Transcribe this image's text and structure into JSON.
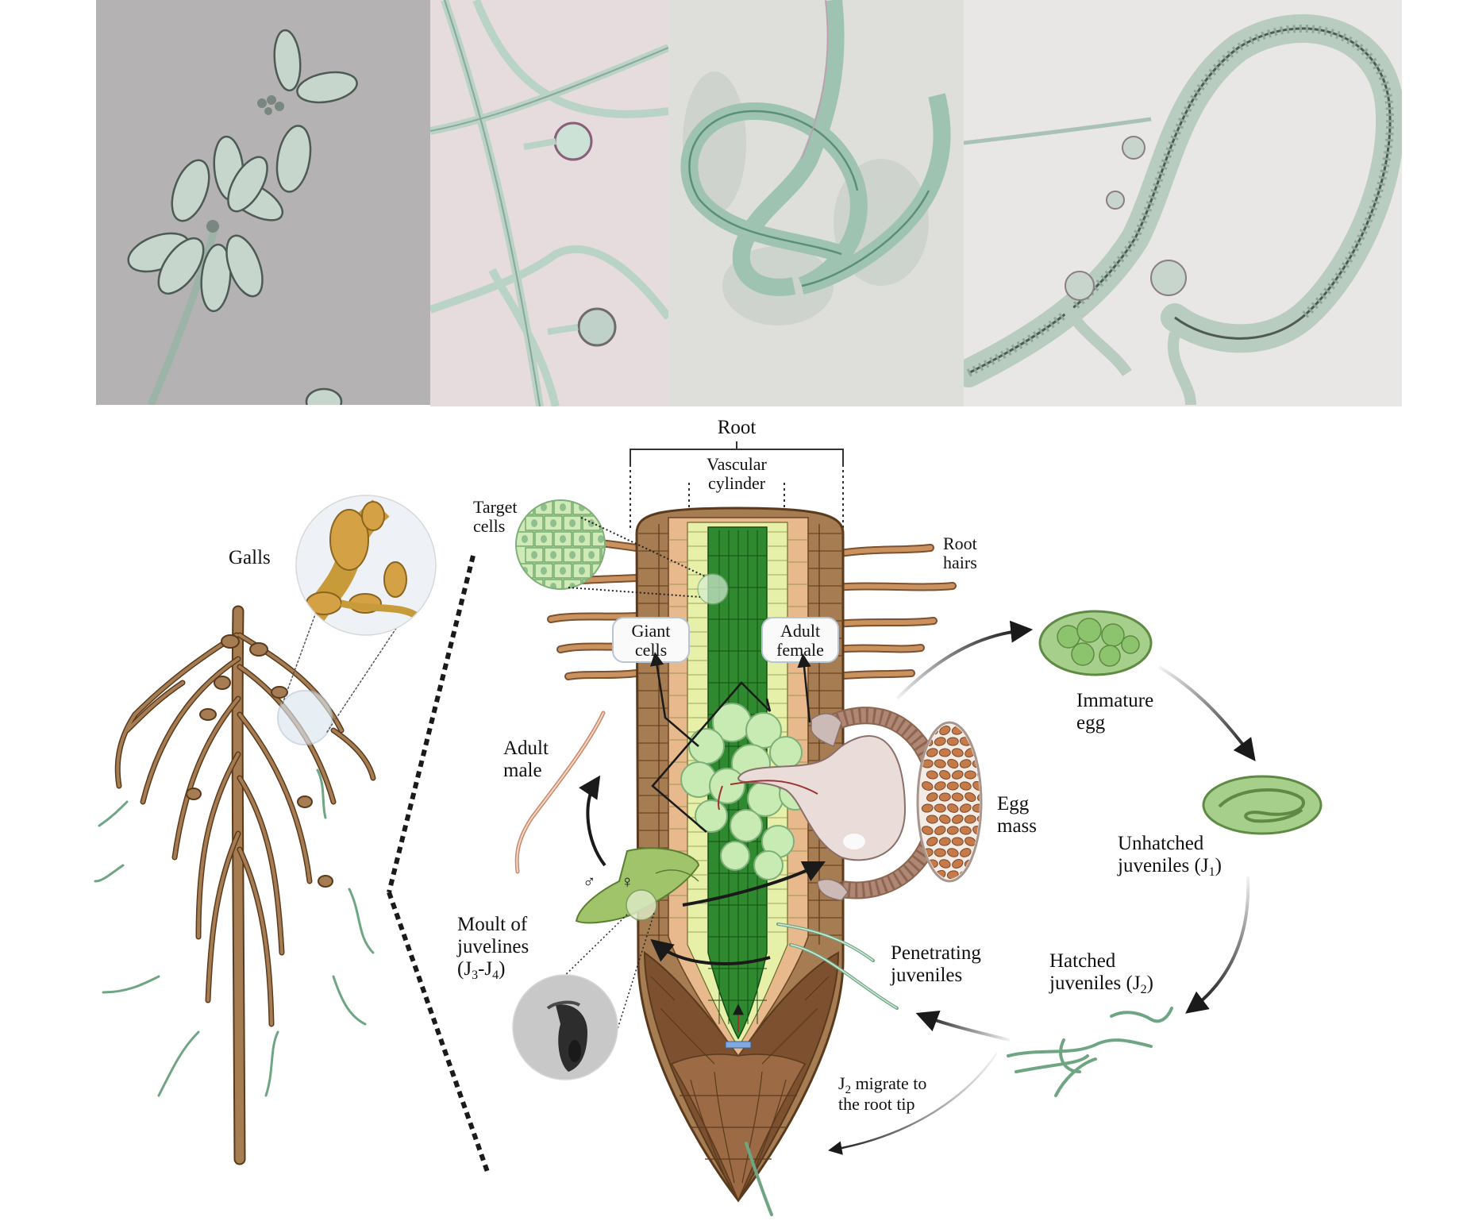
{
  "labels": {
    "root": "Root",
    "vascular": [
      "Vascular",
      "cylinder"
    ],
    "target": [
      "Target",
      "cells"
    ],
    "root_hairs": [
      "Root",
      "hairs"
    ],
    "galls": "Galls",
    "giant_cells": [
      "Giant",
      "cells"
    ],
    "adult_female": [
      "Adult",
      "female"
    ],
    "adult_male": [
      "Adult",
      "male"
    ],
    "immature_egg": [
      "Immature",
      "egg"
    ],
    "egg_mass": [
      "Egg",
      "mass"
    ],
    "unhatched": [
      "Unhatched",
      "juveniles (J",
      "1",
      ")"
    ],
    "hatched": [
      "Hatched",
      "juveniles (J",
      "2",
      ")"
    ],
    "penetrating": [
      "Penetrating",
      "juveniles"
    ],
    "migrate": [
      "J",
      "2",
      " migrate to",
      "the root tip"
    ],
    "moult": [
      "Moult of",
      "juvelines",
      "(J",
      "3",
      "-J",
      "4",
      ")"
    ],
    "male_symbol": "♂",
    "female_symbol": "♀"
  },
  "colors": {
    "root_brown": "#a67c52",
    "cortex": "#c9925f",
    "vascular_green": "#2f8a2f",
    "pale_green": "#dff1c0",
    "cell_green": "#c8ebb4",
    "egg_green": "#8cc46d",
    "photo_gray": "#b4b2b2",
    "photo_pink": "#e6dcde"
  }
}
